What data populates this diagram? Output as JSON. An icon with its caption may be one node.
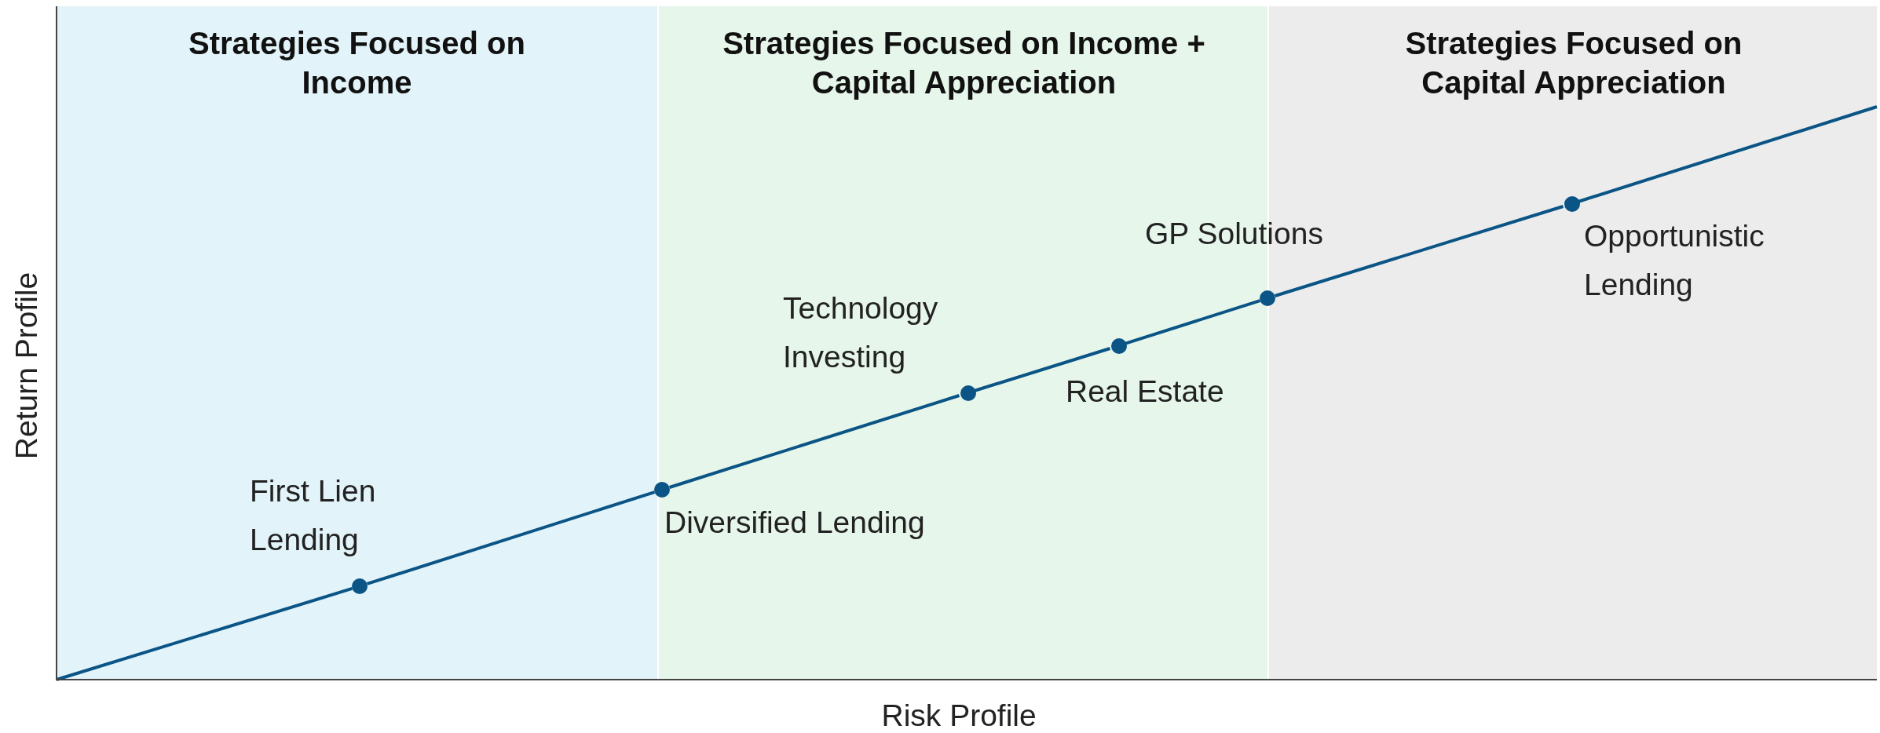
{
  "diagram": {
    "nodes": [
      {
        "text": [
          "Strategies Focused on Income"
        ]
      },
      {
        "text": [
          "Strategies Focused on Income + Capital Appreciation"
        ]
      },
      {
        "text": [
          "Strategies Focused on Capital Appreciation"
        ]
      },
      {
        "text": [],
        "shape": "circle",
        "beside": [
          "First Lien Lending"
        ],
        "in": 0
      },
      {
        "text": [],
        "shape": "circle",
        "beside": [
          "Diversified Lending"
        ]
      },
      {
        "text": [],
        "shape": "circle",
        "beside": [
          "Technology Investing"
        ],
        "in": 1
      },
      {
        "text": [],
        "shape": "circle",
        "beside": [
          "Real Estate"
        ],
        "in": 1
      },
      {
        "text": [],
        "shape": "circle",
        "beside": [
          "GP Solutions"
        ]
      },
      {
        "text": [],
        "shape": "circle",
        "beside": [
          "Opportunistic Lending"
        ],
        "in": 2
      }
    ],
    "edges": [
      {
        "from": null,
        "to": 3,
        "arrow": "none"
      },
      {
        "from": 3,
        "to": 4,
        "arrow": "none"
      },
      {
        "from": 4,
        "to": 5,
        "arrow": "none"
      },
      {
        "from": 5,
        "to": 6,
        "arrow": "none"
      },
      {
        "from": 6,
        "to": 7,
        "arrow": "none"
      },
      {
        "from": 7,
        "to": 8,
        "arrow": "none"
      },
      {
        "from": 8,
        "to": null,
        "arrow": "none"
      }
    ],
    "labels": [
      "Return Profile",
      "Risk Profile"
    ]
  }
}
